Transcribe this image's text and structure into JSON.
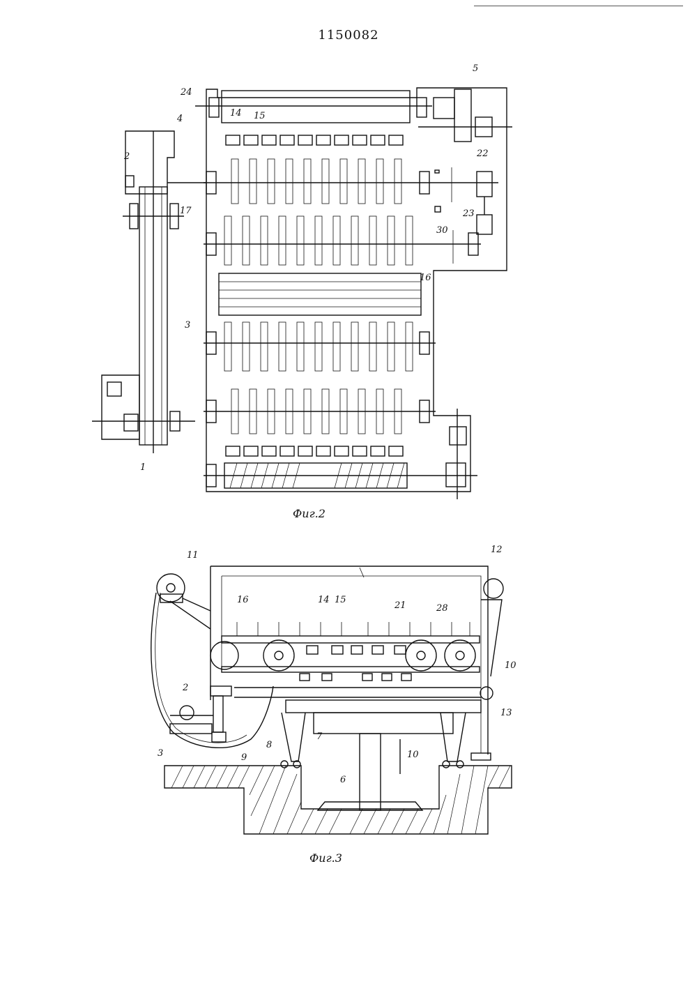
{
  "header": {
    "page_number": "1150082"
  },
  "figures": [
    {
      "caption": "Фиг.2",
      "labels": [
        "5",
        "24",
        "4",
        "14",
        "15",
        "2",
        "22",
        "23",
        "30",
        "17",
        "16",
        "3",
        "1"
      ]
    },
    {
      "caption": "Фиг.3",
      "labels": [
        "11",
        "12",
        "16",
        "14",
        "15",
        "21",
        "28",
        "10",
        "2",
        "13",
        "3",
        "9",
        "8",
        "7",
        "10",
        "6"
      ]
    }
  ]
}
